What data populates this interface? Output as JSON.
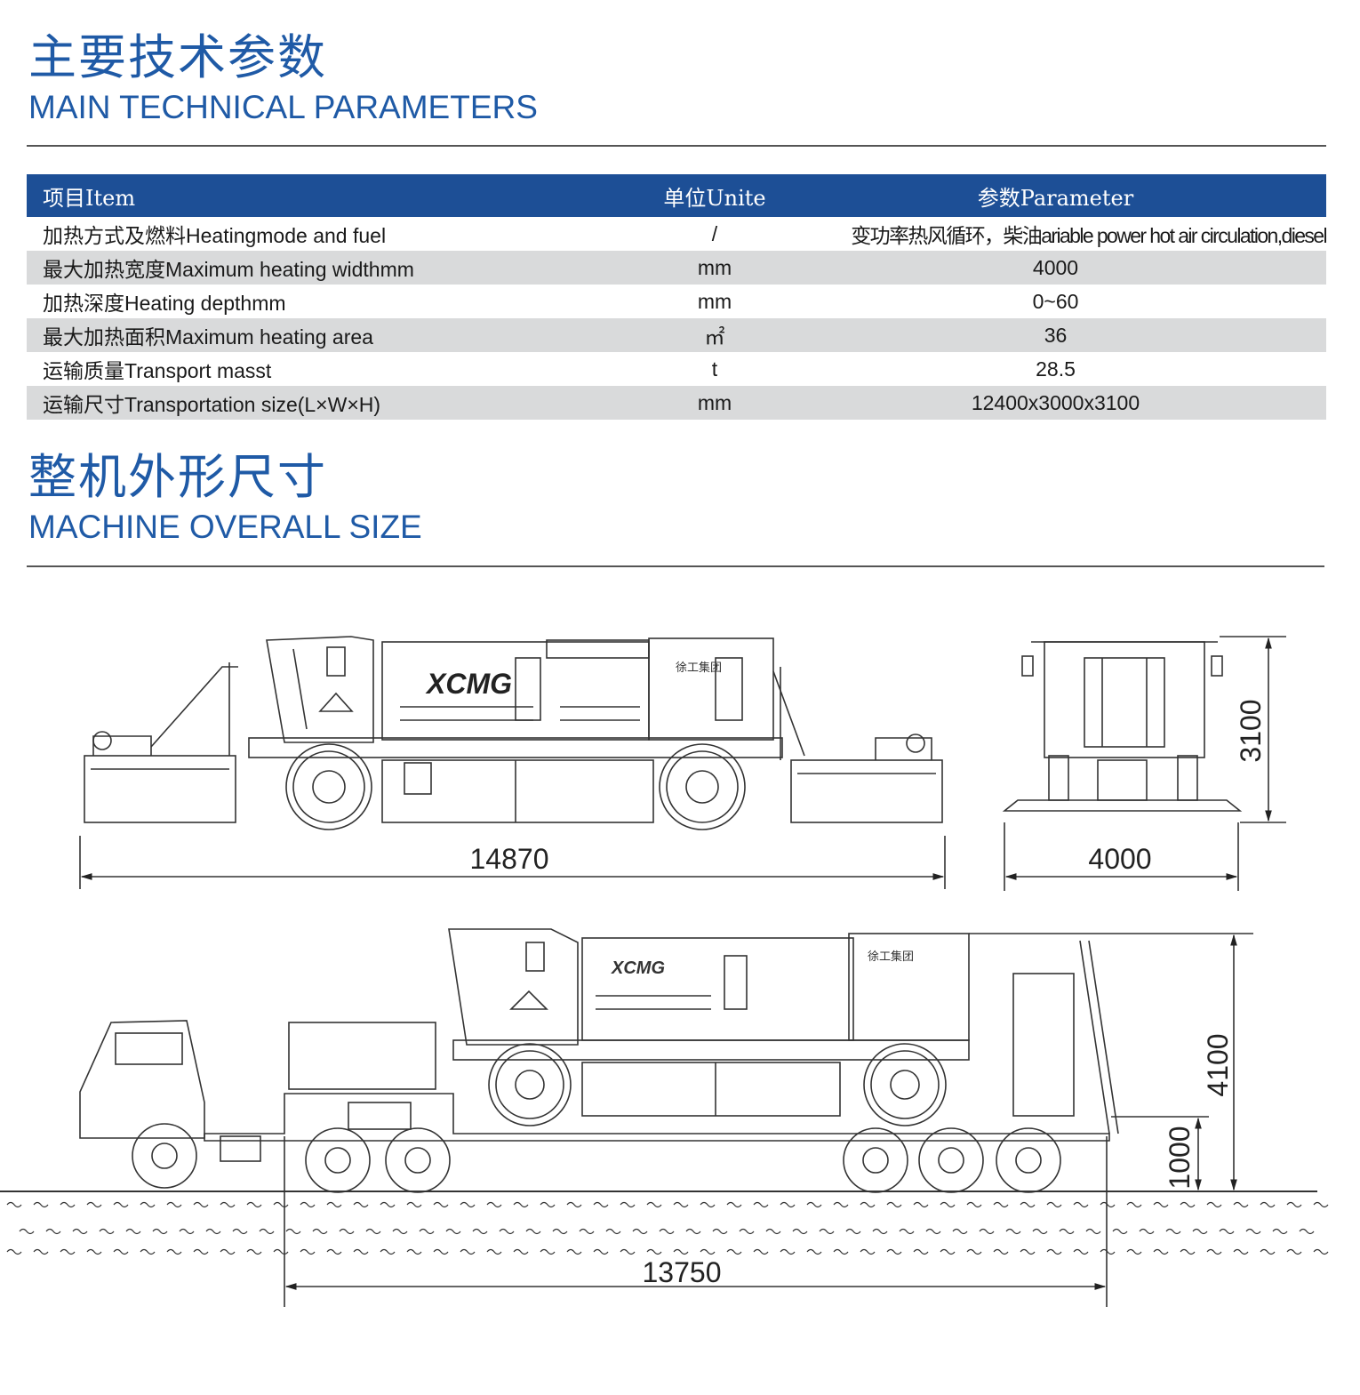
{
  "params_section": {
    "title_cn": "主要技术参数",
    "title_en": "MAIN TECHNICAL PARAMETERS"
  },
  "table": {
    "headers": {
      "item": "项目Item",
      "unit": "单位Unite",
      "param": "参数Parameter"
    },
    "rows": [
      {
        "item": "加热方式及燃料Heatingmode and fuel",
        "unit": "/",
        "param": "变功率热风循环，柴油ariable power hot air circulation,diesel"
      },
      {
        "item": "最大加热宽度Maximum heating widthmm",
        "unit": "mm",
        "param": "4000"
      },
      {
        "item": "加热深度Heating depthmm",
        "unit": "mm",
        "param": "0~60"
      },
      {
        "item": "最大加热面积Maximum heating area",
        "unit": "㎡",
        "param": "36"
      },
      {
        "item": "运输质量Transport  masst",
        "unit": "t",
        "param": "28.5"
      },
      {
        "item": "运输尺寸Transportation  size(L×W×H)",
        "unit": "mm",
        "param": "12400x3000x3100"
      }
    ]
  },
  "size_section": {
    "title_cn": "整机外形尺寸",
    "title_en": "MACHINE OVERALL SIZE"
  },
  "drawing": {
    "brand": "XCMG",
    "brand_cn": "徐工集团",
    "dimensions": {
      "side_length": "14870",
      "front_width": "4000",
      "front_height": "3100",
      "trailer_length": "13750",
      "transport_height": "4100",
      "deck_height": "1000"
    }
  },
  "colors": {
    "accent": "#1f5aa6",
    "header_bg": "#1d4f96",
    "row_shade": "#d9dadb"
  }
}
